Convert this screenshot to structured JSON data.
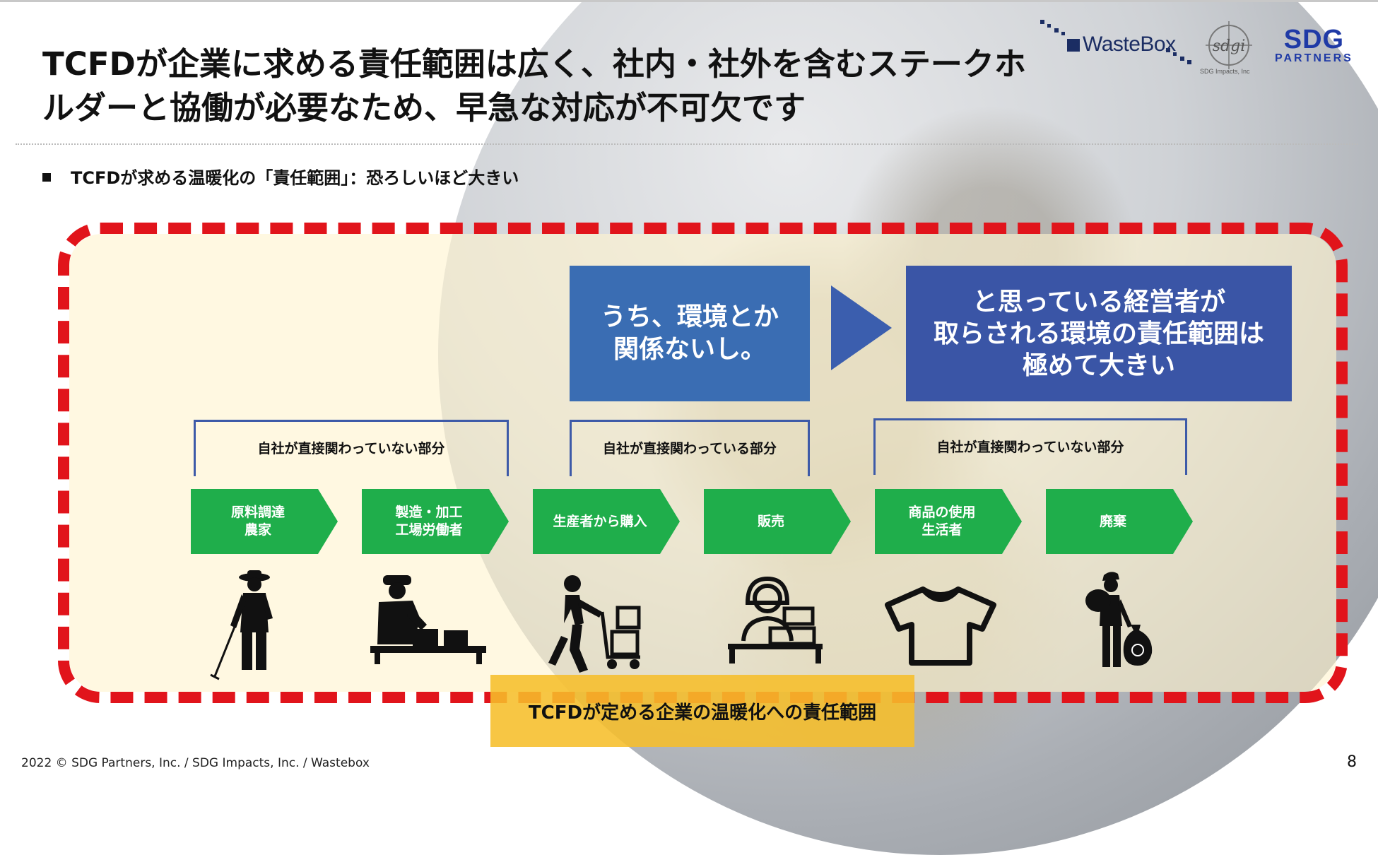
{
  "title": "TCFDが企業に求める責任範囲は広く、社内・社外を含むステークホルダーと協働が必要なため、早急な対応が不可欠です",
  "logos": {
    "wastebox": "WasteBox",
    "sdgi_mark": "sdgi",
    "sdgi_sub": "SDG Impacts, Inc",
    "sdgp_big": "SDG",
    "sdgp_small": "PARTNERS"
  },
  "bullet": "TCFDが求める温暖化の「責任範囲」：恐ろしいほど大きい",
  "box_left": "うち、環境とか\n関係ないし。",
  "box_right": "と思っている経営者が\n取らされる環境の責任範囲は\n極めて大きい",
  "brackets": [
    "自社が直接関わっていない部分",
    "自社が直接関わっている部分",
    "自社が直接関わっていない部分"
  ],
  "steps": [
    {
      "label": "原料調達\n農家",
      "icon": "farmer-icon"
    },
    {
      "label": "製造・加工\n工場労働者",
      "icon": "factory-worker-icon"
    },
    {
      "label": "生産者から購入",
      "icon": "cart-delivery-icon"
    },
    {
      "label": "販売",
      "icon": "cashier-icon"
    },
    {
      "label": "商品の使用\n生活者",
      "icon": "tshirt-icon"
    },
    {
      "label": "廃棄",
      "icon": "garbage-disposal-icon"
    }
  ],
  "footer_banner": "TCFDが定める企業の温暖化への責任範囲",
  "copyright": "2022 © SDG Partners, Inc. / SDG Impacts, Inc. / Wastebox",
  "page_number": "8",
  "colors": {
    "dashed_border": "#e1141b",
    "step_green": "#1fae4b",
    "box_blue": "#3a6db3",
    "banner_yellow": "#f6be2a"
  }
}
